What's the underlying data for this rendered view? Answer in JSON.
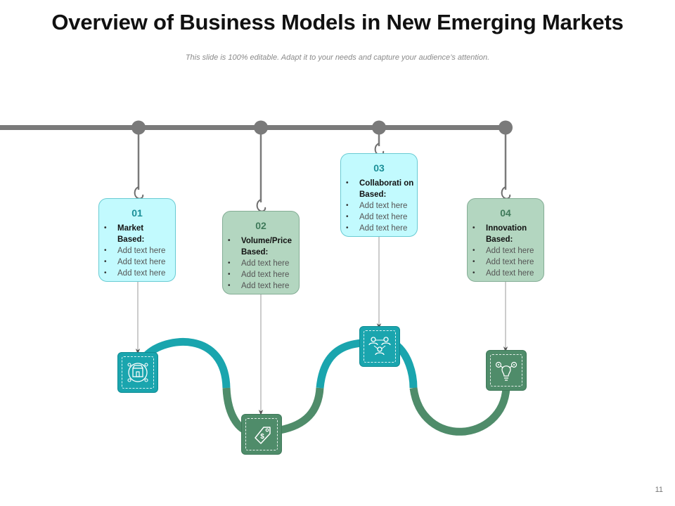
{
  "slide": {
    "title": "Overview of Business Models in New Emerging Markets",
    "subtitle": "This slide is 100% editable. Adapt it to your needs and capture your audience’s attention.",
    "page_number": "11"
  },
  "colors": {
    "rail": "#7a7a7a",
    "teal": "#1aa5ae",
    "green": "#4f8c6a",
    "card_cyan": "#c2fafe",
    "card_green": "#b3d6c0"
  },
  "cards": [
    {
      "number": "01",
      "heading": "Market Based:",
      "items": [
        "Add text here",
        "Add text here",
        "Add text here"
      ],
      "icon": "storefront-icon"
    },
    {
      "number": "02",
      "heading": "Volume/Price Based:",
      "items": [
        "Add text here",
        "Add text here",
        "Add text here"
      ],
      "icon": "price-tag-icon"
    },
    {
      "number": "03",
      "heading": "Collaborati on Based:",
      "items": [
        "Add text here",
        "Add text here",
        "Add text here"
      ],
      "icon": "team-network-icon"
    },
    {
      "number": "04",
      "heading": "Innovation Based:",
      "items": [
        "Add text here",
        "Add text here",
        "Add text here"
      ],
      "icon": "lightbulb-gears-icon"
    }
  ]
}
